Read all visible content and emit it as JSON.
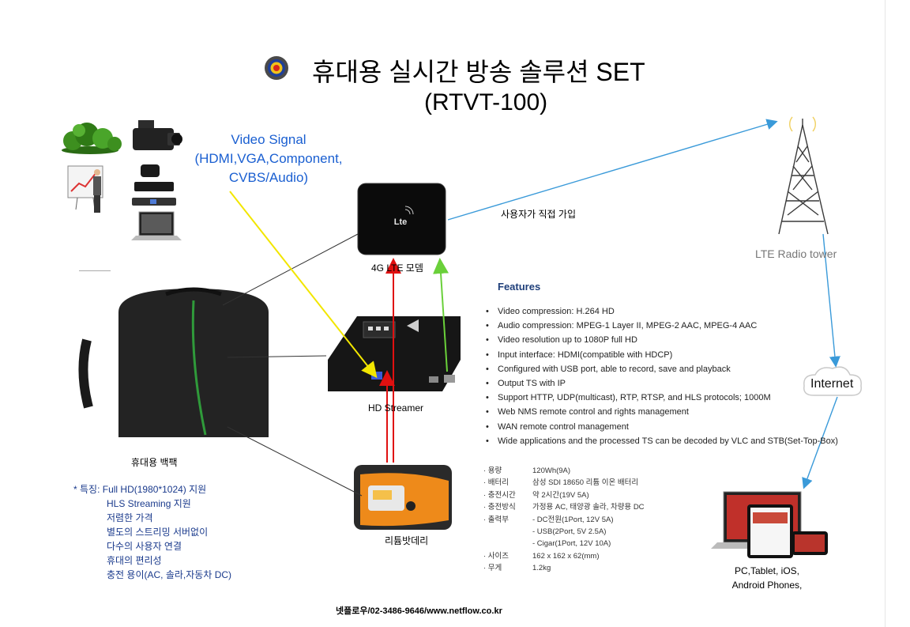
{
  "title": "휴대용 실시간 방송 솔루션 SET",
  "model": "(RTVT-100)",
  "video_signal": [
    "Video Signal",
    "(HDMI,VGA,Component,",
    "CVBS/Audio)"
  ],
  "labels": {
    "modem": "4G LTE 모뎀",
    "user_join": "사용자가 직접 가입",
    "tower": "LTE Radio tower",
    "internet": "Internet",
    "streamer": "HD Streamer",
    "backpack": "휴대용 백팩",
    "battery": "리튬밧데리",
    "devices": [
      "PC,Tablet, iOS,",
      "Android Phones,"
    ],
    "lte_logo": "Lte"
  },
  "features": {
    "title": "Features",
    "items": [
      "Video compression: H.264 HD",
      "Audio compression: MPEG-1 Layer II, MPEG-2 AAC, MPEG-4 AAC",
      "Video resolution up to 1080P full HD",
      "Input interface: HDMI(compatible with HDCP)",
      "Configured with USB port, able to record, save and playback",
      "Output TS with IP",
      "Support HTTP, UDP(multicast), RTP, RTSP, and HLS protocols; 1000M",
      "Web NMS remote control and rights management",
      "WAN remote control management",
      "Wide applications and the processed TS can be decoded by VLC and STB(Set-Top-Box)"
    ]
  },
  "specs": [
    {
      "k": "· 용량",
      "v": "120Wh(9A)"
    },
    {
      "k": "· 배터리",
      "v": "삼성 SDI 18650 리튬 이온 배터리"
    },
    {
      "k": "· 충전시간",
      "v": "약 2시간(19V 5A)"
    },
    {
      "k": "· 충전방식",
      "v": "가정용 AC, 태양광 솔라, 차량용 DC"
    },
    {
      "k": "· 출력부",
      "v": "- DC전원(1Port, 12V 5A)"
    },
    {
      "k": "",
      "v": "- USB(2Port, 5V 2.5A)"
    },
    {
      "k": "",
      "v": "- Cigar(1Port, 12V 10A)"
    },
    {
      "k": "· 사이즈",
      "v": "162 x 162 x 62(mm)"
    },
    {
      "k": "· 무게",
      "v": "1.2kg"
    }
  ],
  "notes": {
    "head": "* 특징: Full HD(1980*1024) 지원",
    "items": [
      "HLS Streaming 지원",
      "저렴한 가격",
      "별도의 스트리밍 서버없이",
      "다수의 사용자 연결",
      "휴대의 편리성",
      "충전 용이(AC, 솔라,자동차 DC)"
    ]
  },
  "footer": "넷플로우/02-3486-9646/www.netflow.co.kr",
  "colors": {
    "video_line": "#f2e600",
    "power_line": "#e01010",
    "data_line": "#6ad03a",
    "net_line": "#3a9ad9",
    "link_line": "#333333",
    "accent_text": "#1a5fd1"
  }
}
